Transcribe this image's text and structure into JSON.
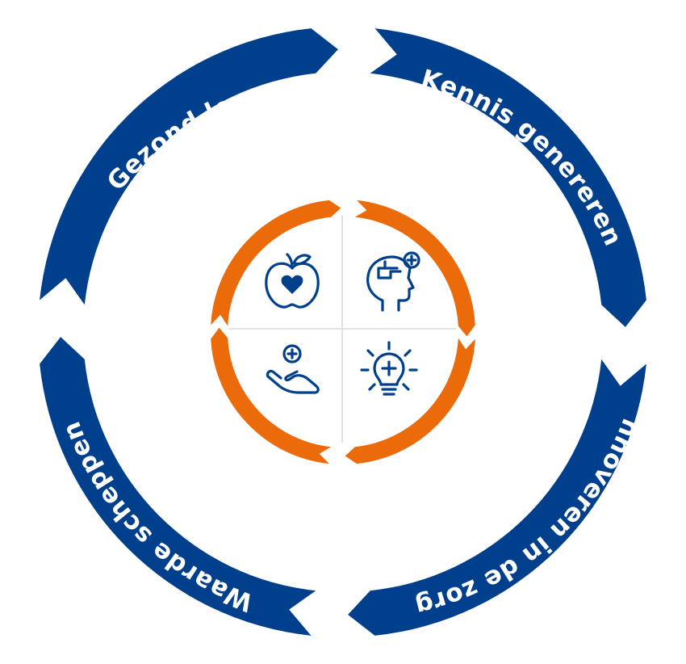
{
  "colors": {
    "ring": "#003F8C",
    "inner_ring": "#EB6A0A",
    "divider": "#D4D8E2",
    "icon": "#003F8C",
    "background": "#FFFFFF",
    "label_text": "#FFFFFF"
  },
  "segments": [
    {
      "id": "top-left",
      "label": "Gezond leven"
    },
    {
      "id": "top-right",
      "label": "Kennis genereren"
    },
    {
      "id": "bottom-right",
      "label": "Innoveren in de zorg"
    },
    {
      "id": "bottom-left",
      "label": "Waarde scheppen"
    }
  ],
  "icons": [
    {
      "quadrant": "top-left",
      "name": "apple-heart-icon"
    },
    {
      "quadrant": "top-right",
      "name": "head-brain-plus-icon"
    },
    {
      "quadrant": "bottom-left",
      "name": "hand-plus-icon"
    },
    {
      "quadrant": "bottom-right",
      "name": "lightbulb-plus-icon"
    }
  ]
}
